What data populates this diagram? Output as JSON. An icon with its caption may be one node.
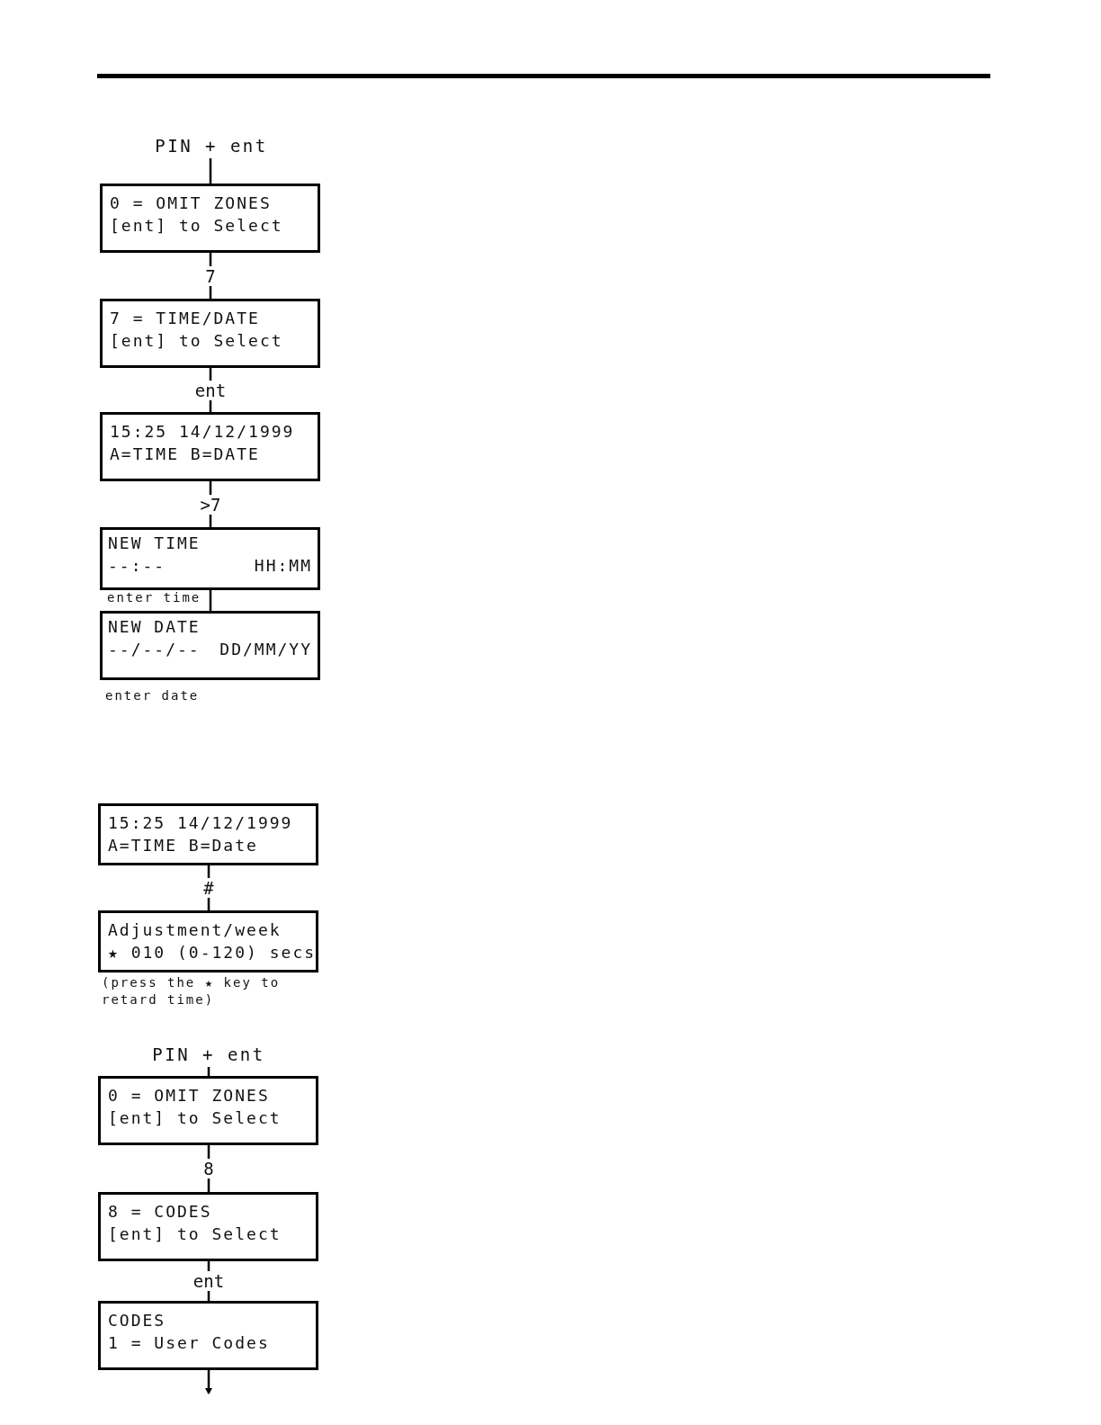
{
  "diagram": {
    "nodes": [
      {
        "text": [
          "PIN + ent"
        ]
      },
      {
        "text": [
          "0 = OMIT ZONES",
          "[ent] to Select"
        ]
      },
      {
        "text": [
          "7 = TIME/DATE",
          "[ent] to Select"
        ]
      },
      {
        "text": [
          "15:25 14/12/1999",
          "A=TIME B=DATE"
        ]
      },
      {
        "text": [
          "NEW TIME",
          "--:--",
          "HH:MM"
        ],
        "beside": [
          "enter time"
        ]
      },
      {
        "text": [
          "NEW DATE",
          "--/--/--",
          "DD/MM/YY"
        ],
        "beside": [
          "enter date"
        ]
      },
      {
        "text": [
          "15:25 14/12/1999",
          "A=TIME B=Date"
        ]
      },
      {
        "text": [
          "Adjustment/week",
          "★ 010 (0-120) secs"
        ],
        "beside": [
          "(press the ★ key to retard time)"
        ]
      },
      {
        "text": [
          "PIN + ent"
        ]
      },
      {
        "text": [
          "0 = OMIT ZONES",
          "[ent] to Select"
        ]
      },
      {
        "text": [
          "8 = CODES",
          "[ent] to Select"
        ]
      },
      {
        "text": [
          "CODES",
          "1 = User Codes"
        ]
      }
    ],
    "edges": [
      {
        "from": 0,
        "to": 1,
        "arrow": "none"
      },
      {
        "from": 1,
        "to": 2,
        "label": "7",
        "arrow": "none"
      },
      {
        "from": 2,
        "to": 3,
        "label": "ent",
        "arrow": "none"
      },
      {
        "from": 3,
        "to": 4,
        "label": ">7",
        "arrow": "none"
      },
      {
        "from": 4,
        "to": 5,
        "arrow": "none"
      },
      {
        "from": 6,
        "to": 7,
        "label": "#",
        "arrow": "none"
      },
      {
        "from": 8,
        "to": 9,
        "arrow": "none"
      },
      {
        "from": 9,
        "to": 10,
        "label": "8",
        "arrow": "none"
      },
      {
        "from": 10,
        "to": 11,
        "label": "ent",
        "arrow": "none"
      },
      {
        "from": 11,
        "to": null,
        "arrow": "to"
      }
    ]
  }
}
